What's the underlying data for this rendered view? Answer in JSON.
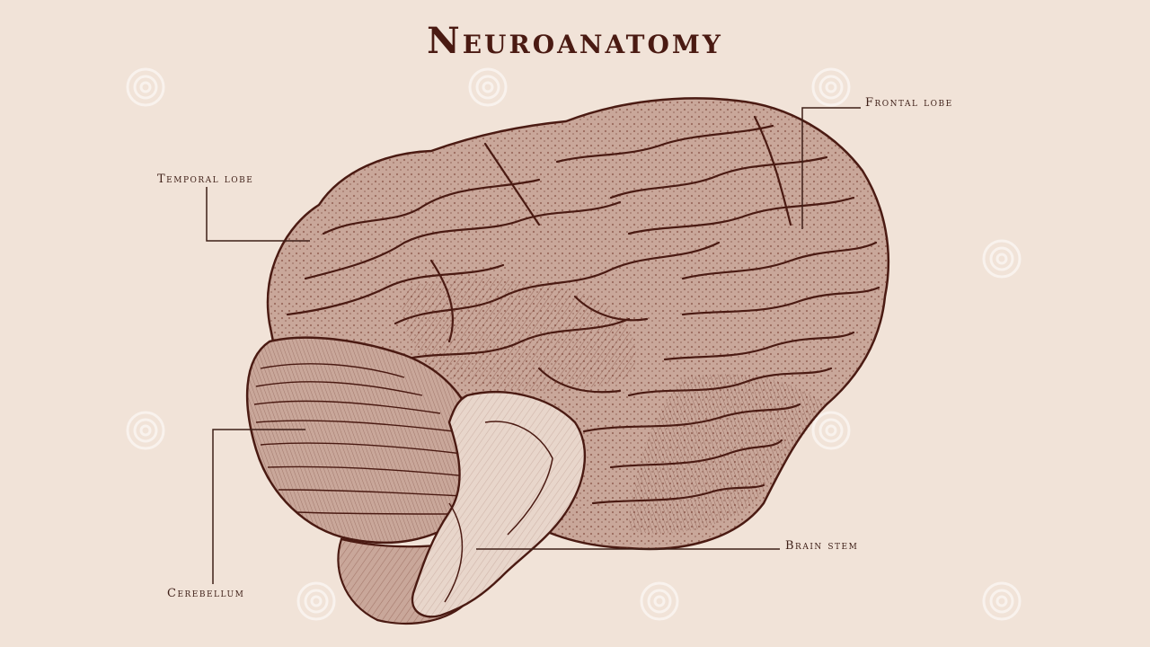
{
  "title": "Neuroanatomy",
  "labels": {
    "frontal_lobe": "Frontal lobe",
    "temporal_lobe": "Temporal lobe",
    "cerebellum": "Cerebellum",
    "brain_stem": "Brain stem"
  },
  "watermark": {
    "icon": "spiral-logo-icon"
  },
  "colors": {
    "background": "#f1e3d8",
    "ink": "#4a1a12",
    "brain_fill": "#c9a79a"
  }
}
